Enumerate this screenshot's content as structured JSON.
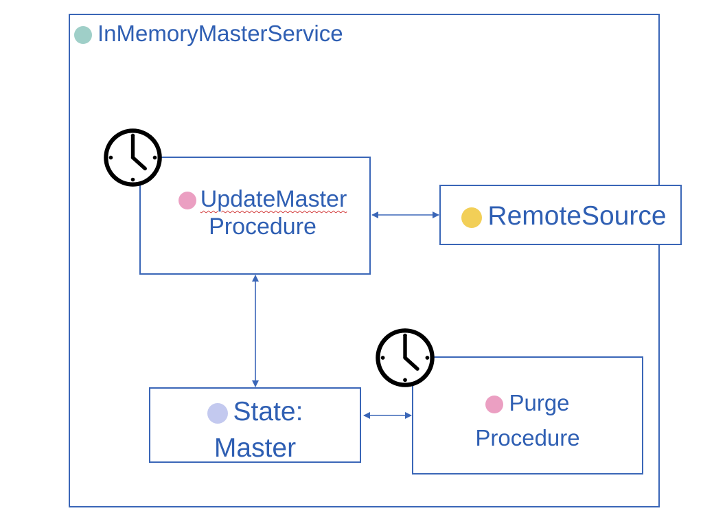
{
  "container": {
    "title": "InMemoryMasterService",
    "dot_color": "#9fcfc8"
  },
  "nodes": {
    "update_master": {
      "line1": "UpdateMaster",
      "line2": "Procedure",
      "dot_color": "#eb9fc2",
      "has_clock": true
    },
    "remote_source": {
      "label": "RemoteSource",
      "dot_color": "#f2cf57"
    },
    "state_master": {
      "line1": "State:",
      "line2": "Master",
      "dot_color": "#c3c9ef"
    },
    "purge": {
      "line1": "Purge",
      "line2": "Procedure",
      "dot_color": "#eb9fc2",
      "has_clock": true
    }
  },
  "edges": [
    {
      "from": "update_master",
      "to": "remote_source",
      "direction": "bidirectional"
    },
    {
      "from": "update_master",
      "to": "state_master",
      "direction": "bidirectional"
    },
    {
      "from": "state_master",
      "to": "purge",
      "direction": "bidirectional"
    }
  ],
  "colors": {
    "line": "#3a66b7",
    "text": "#2f5fb3",
    "clock": "#000000"
  },
  "icons": {
    "clock": "clock-icon"
  }
}
